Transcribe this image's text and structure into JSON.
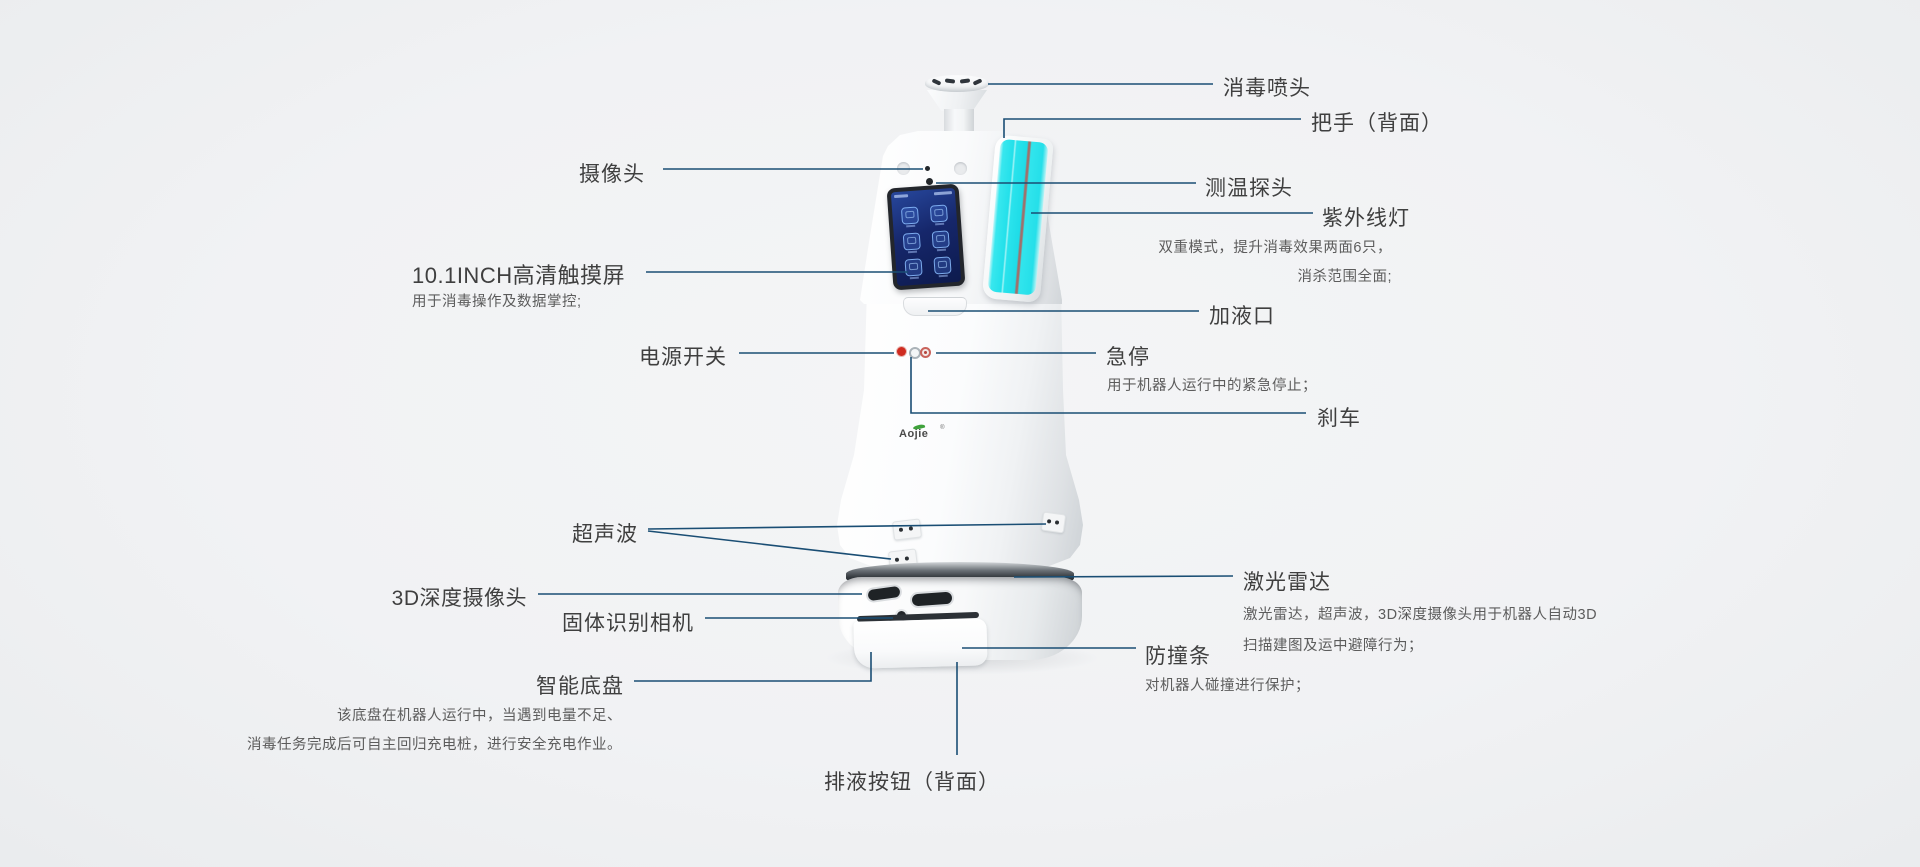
{
  "background_color": "#f1f2f4",
  "line_color": "#1a4e74",
  "uv_color": "#25dfe9",
  "brand": {
    "name": "Aojie",
    "registered": "®"
  },
  "callouts": {
    "spray_head": {
      "label": "消毒喷头"
    },
    "handle": {
      "label": "把手（背面）"
    },
    "camera": {
      "label": "摄像头"
    },
    "temp_probe": {
      "label": "测温探头"
    },
    "uv_lamp": {
      "label": "紫外线灯",
      "desc_line1": "双重模式，提升消毒效果两面6只，",
      "desc_line2": "消杀范围全面;"
    },
    "touchscreen": {
      "label": "10.1INCH高清触摸屏",
      "desc": "用于消毒操作及数据掌控;"
    },
    "liquid_port": {
      "label": "加液口"
    },
    "power_switch": {
      "label": "电源开关"
    },
    "emergency_stop": {
      "label": "急停",
      "desc": "用于机器人运行中的紧急停止；"
    },
    "brake": {
      "label": "刹车"
    },
    "ultrasonic": {
      "label": "超声波"
    },
    "depth_camera": {
      "label": "3D深度摄像头"
    },
    "solid_camera": {
      "label": "固体识别相机"
    },
    "chassis": {
      "label": "智能底盘",
      "desc_line1": "该底盘在机器人运行中，当遇到电量不足、",
      "desc_line2": "消毒任务完成后可自主回归充电桩，进行安全充电作业。"
    },
    "lidar": {
      "label": "激光雷达",
      "desc_line1": "激光雷达，超声波，3D深度摄像头用于机器人自动3D",
      "desc_line2": "扫描建图及运中避障行为；"
    },
    "bumper": {
      "label": "防撞条",
      "desc": "对机器人碰撞进行保护；"
    },
    "drain_button": {
      "label": "排液按钮（背面）"
    }
  }
}
